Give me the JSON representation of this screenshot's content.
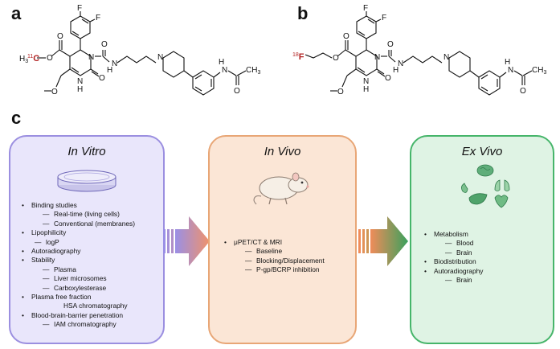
{
  "panels": {
    "a": "a",
    "b": "b",
    "c": "c"
  },
  "molecule_a": {
    "F_top": "F",
    "F_right": "F",
    "H_label": "H",
    "H_sub": "3",
    "iso_mass": "11",
    "iso_element": "C",
    "O_ester": "O",
    "O_carbonyl": "O",
    "N_ring1": "N",
    "O_urea": "O",
    "H_amide": "H",
    "N_amide": "N",
    "N_ring2": "N",
    "H_ring": "H",
    "O_ring": "O",
    "O_methoxy": "O",
    "N_pip": "N",
    "H_acet": "H",
    "N_acet": "N",
    "O_acet": "O",
    "CH3": "CH",
    "CH3_sub": "3"
  },
  "molecule_b": {
    "F_top": "F",
    "F_right": "F",
    "iso_mass": "18",
    "iso_element": "F",
    "O_ester": "O",
    "O_carbonyl": "O",
    "N_ring1": "N",
    "O_urea": "O",
    "H_amide": "H",
    "N_amide": "N",
    "N_ring2": "N",
    "H_ring": "H",
    "O_ring": "O",
    "O_methoxy": "O",
    "N_pip": "N",
    "H_acet": "H",
    "N_acet": "N",
    "O_acet": "O",
    "CH3": "CH",
    "CH3_sub": "3"
  },
  "in_vitro": {
    "title": "In Vitro",
    "icon": "petri-dish-icon",
    "items": [
      {
        "label": "Binding studies",
        "subs": [
          "Real-time (living cells)",
          "Conventional (membranes)"
        ]
      },
      {
        "label": "Lipophilicity",
        "subs": [
          "logP"
        ]
      },
      {
        "label": "Autoradiography",
        "subs": []
      },
      {
        "label": "Stability",
        "subs": [
          "Plasma",
          "Liver microsomes",
          "Carboxylesterase"
        ]
      },
      {
        "label": "Plasma free fraction",
        "plain_subs": [
          "HSA chromatography"
        ]
      },
      {
        "label": "Blood-brain-barrier penetration",
        "subs": [
          "IAM chromatography"
        ]
      }
    ],
    "colors": {
      "border": "#9b8fe0",
      "fill": "#e9e6fb"
    }
  },
  "in_vivo": {
    "title": "In Vivo",
    "icon": "rat-icon",
    "items": [
      {
        "label": "μPET/CT & MRI",
        "subs": [
          "Baseline",
          "Blocking/Displacement",
          "P-gp/BCRP inhibition"
        ]
      }
    ],
    "colors": {
      "border": "#e8a676",
      "fill": "#fbe6d6"
    }
  },
  "ex_vivo": {
    "title": "Ex Vivo",
    "icon": "organs-icon",
    "items": [
      {
        "label": "Metabolism",
        "subs": [
          "Blood",
          "Brain"
        ]
      },
      {
        "label": "Biodistribution",
        "subs": []
      },
      {
        "label": "Autoradiography",
        "subs": [
          "Brain"
        ]
      }
    ],
    "colors": {
      "border": "#46b56a",
      "fill": "#dff3e4"
    }
  },
  "dash": "—"
}
